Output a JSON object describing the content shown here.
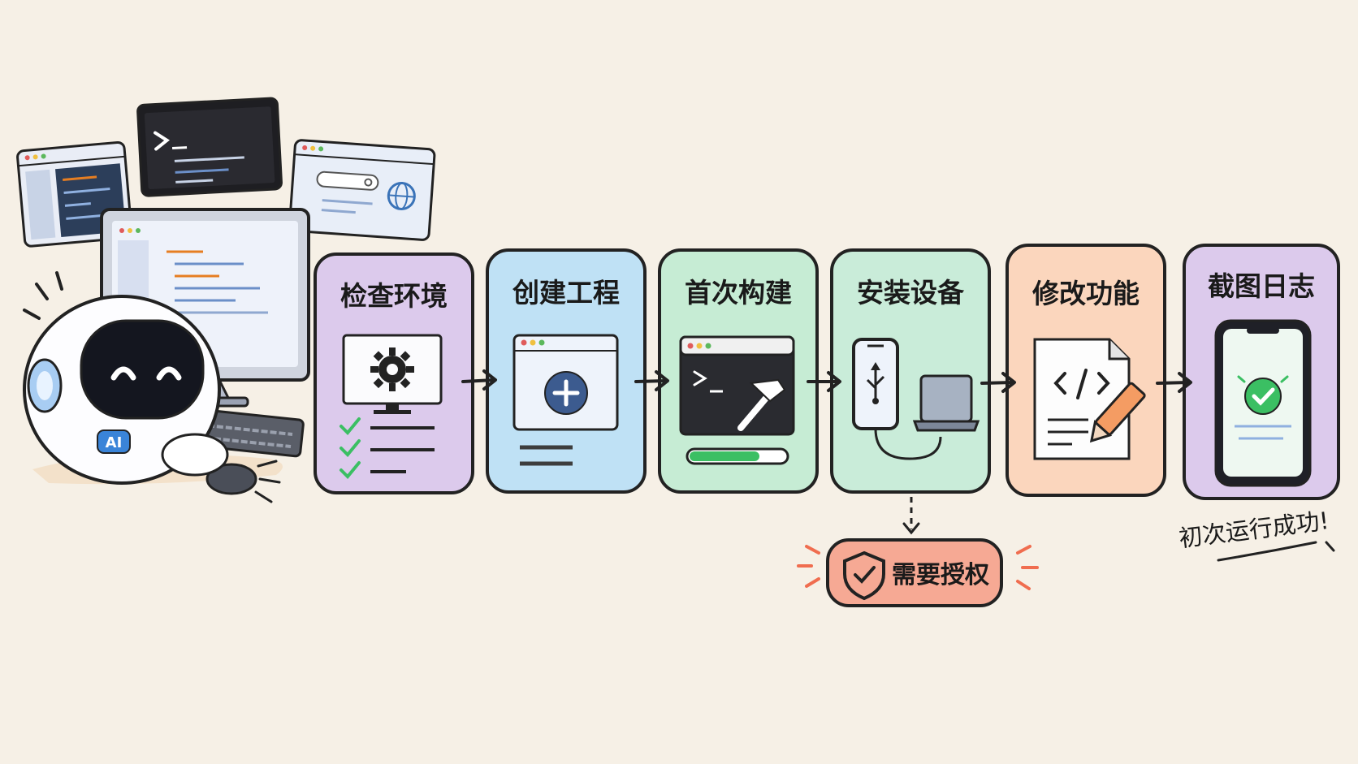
{
  "steps": [
    {
      "label": "检查环境",
      "icon": "gear-monitor-checklist-icon",
      "fill": "#dccaec"
    },
    {
      "label": "创建工程",
      "icon": "window-plus-icon",
      "fill": "#bfe1f5"
    },
    {
      "label": "首次构建",
      "icon": "terminal-hammer-icon",
      "fill": "#c6ecd4"
    },
    {
      "label": "安装设备",
      "icon": "phone-usb-laptop-icon",
      "fill": "#c9ecd9"
    },
    {
      "label": "修改功能",
      "icon": "code-file-pencil-icon",
      "fill": "#fbd6bd"
    },
    {
      "label": "截图日志",
      "icon": "phone-check-icon",
      "fill": "#dccaec"
    }
  ],
  "authorization": {
    "label": "需要授权",
    "icon": "shield-check-icon",
    "fill": "#f6a994"
  },
  "robot": {
    "badge": "AI"
  },
  "success_note": "初次运行成功!",
  "colors": {
    "outline": "#222222",
    "accent_green": "#3bbf63",
    "accent_blue": "#3a73b8",
    "background": "#f6f0e6"
  }
}
